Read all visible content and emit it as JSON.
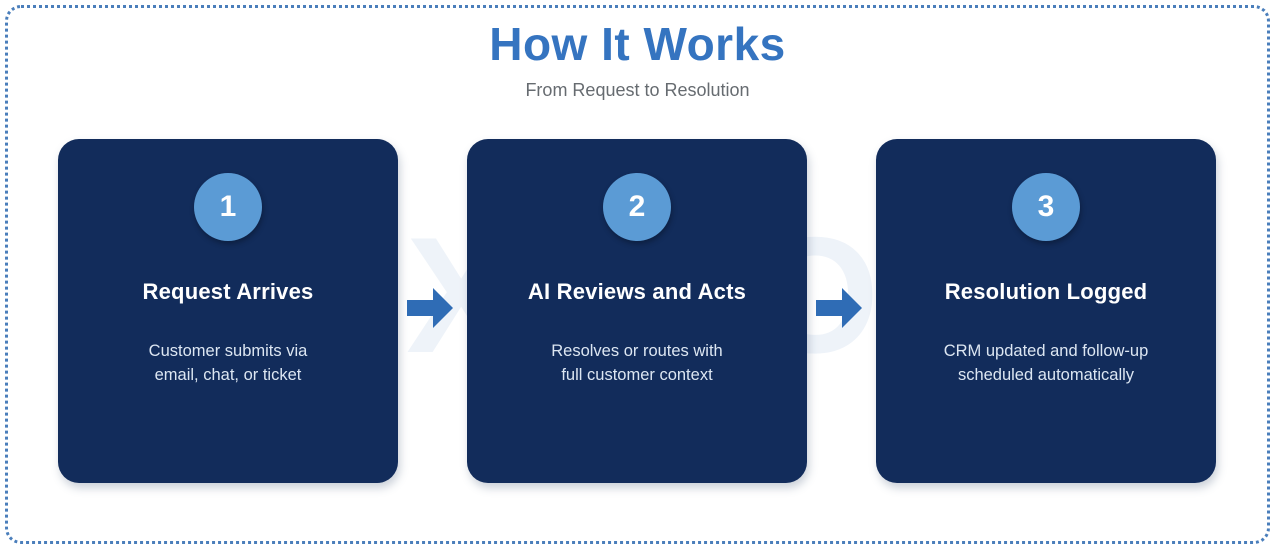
{
  "header": {
    "title": "How It Works",
    "subtitle": "From Request to Resolution"
  },
  "watermark": {
    "text": "CXPLOT"
  },
  "colors": {
    "title_blue": "#3574c0",
    "card_navy": "#122c5b",
    "badge_blue": "#5b9bd5",
    "arrow_blue": "#2f6cb5",
    "frame_dotted": "#4a7ebb",
    "subtitle_gray": "#666b70",
    "card_body_text": "#dce6f2"
  },
  "steps": [
    {
      "number": "1",
      "title": "Request Arrives",
      "description": "Customer submits via\nemail, chat, or ticket"
    },
    {
      "number": "2",
      "title": "AI Reviews and Acts",
      "description": "Resolves or routes with\nfull customer context"
    },
    {
      "number": "3",
      "title": "Resolution Logged",
      "description": "CRM updated and follow-up\nscheduled automatically"
    }
  ],
  "connectors": [
    {
      "icon": "right-arrow-icon"
    },
    {
      "icon": "right-arrow-icon"
    }
  ]
}
